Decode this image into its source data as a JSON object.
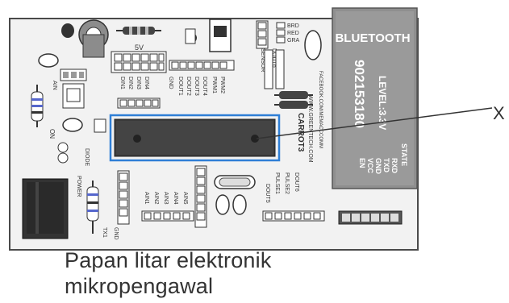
{
  "board": {
    "bluetooth_title": "BLUETOOTH",
    "bluetooth_id": "902153180",
    "bluetooth_level": "LEVEL:3.3V",
    "bt_pins": [
      "STATE",
      "RXD",
      "TXD",
      "GND",
      "VCC",
      "EN"
    ],
    "carrot_label": "CARROT3",
    "website_line1": "WWW.GREENTECH.COM",
    "website_line2": "FACEBOOK.COM/MEMACCCOMM",
    "voltage_label": "5V",
    "led_labels": [
      "BRD",
      "RED",
      "GRA"
    ],
    "header_left": [
      "DIN1",
      "DIN2",
      "DIN3",
      "DIN4",
      "GND"
    ],
    "header_mid": [
      "DOUT1",
      "DOUT2",
      "DOUT3",
      "DOUT4"
    ],
    "header_pwm": [
      "PWM1",
      "PWM2"
    ],
    "ain_labels": [
      "AIN1",
      "AIN2",
      "AIN3",
      "AIN4",
      "AIN5"
    ],
    "pulse_labels": [
      "DOUT5",
      "PULSE1",
      "PULSE2",
      "DOUT6"
    ],
    "sensor_labels": [
      "SENSOR",
      "DOUT6"
    ],
    "power_labels": [
      "POWER",
      "DIODE"
    ],
    "on_label": "ON",
    "ain_short": "AIN",
    "gnd_label": "GND",
    "tx_label": "TX1"
  },
  "marker_label": "X",
  "caption": {
    "line1": "Papan litar elektronik",
    "line2": "mikropengawal"
  }
}
